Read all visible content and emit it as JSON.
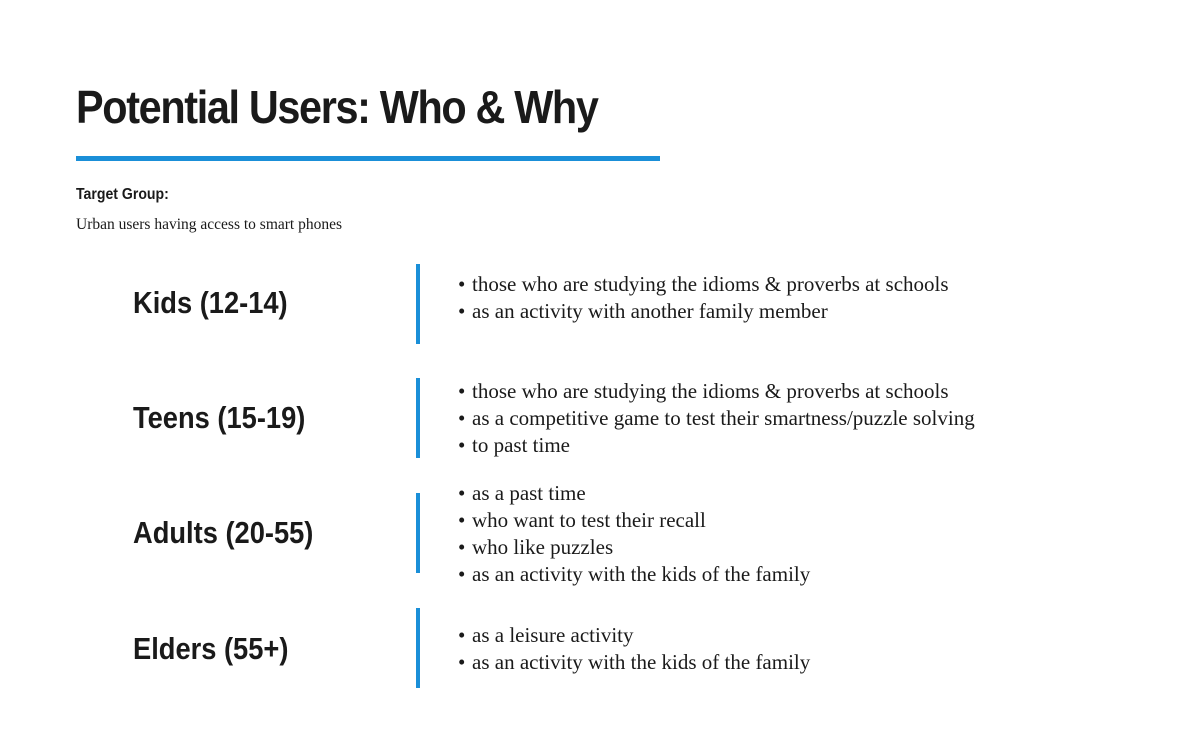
{
  "page": {
    "title": "Potential Users: Who & Why",
    "target_label": "Target Group:",
    "target_description": "Urban users having access to smart phones"
  },
  "groups": [
    {
      "name": "Kids (12-14)",
      "reasons": [
        "those who are studying the idioms & proverbs at schools",
        "as an activity with another family member"
      ]
    },
    {
      "name": "Teens (15-19)",
      "reasons": [
        "those who are studying the idioms & proverbs at schools",
        "as a competitive game to test their smartness/puzzle solving",
        "to past time"
      ]
    },
    {
      "name": "Adults (20-55)",
      "reasons": [
        "as a past time",
        "who want to test their recall",
        "who like puzzles",
        "as an activity with the kids of the family"
      ]
    },
    {
      "name": "Elders (55+)",
      "reasons": [
        "as a leisure activity",
        "as an activity with the kids of the family"
      ]
    }
  ],
  "colors": {
    "accent": "#1a8fd8",
    "text": "#1a1a1a"
  }
}
